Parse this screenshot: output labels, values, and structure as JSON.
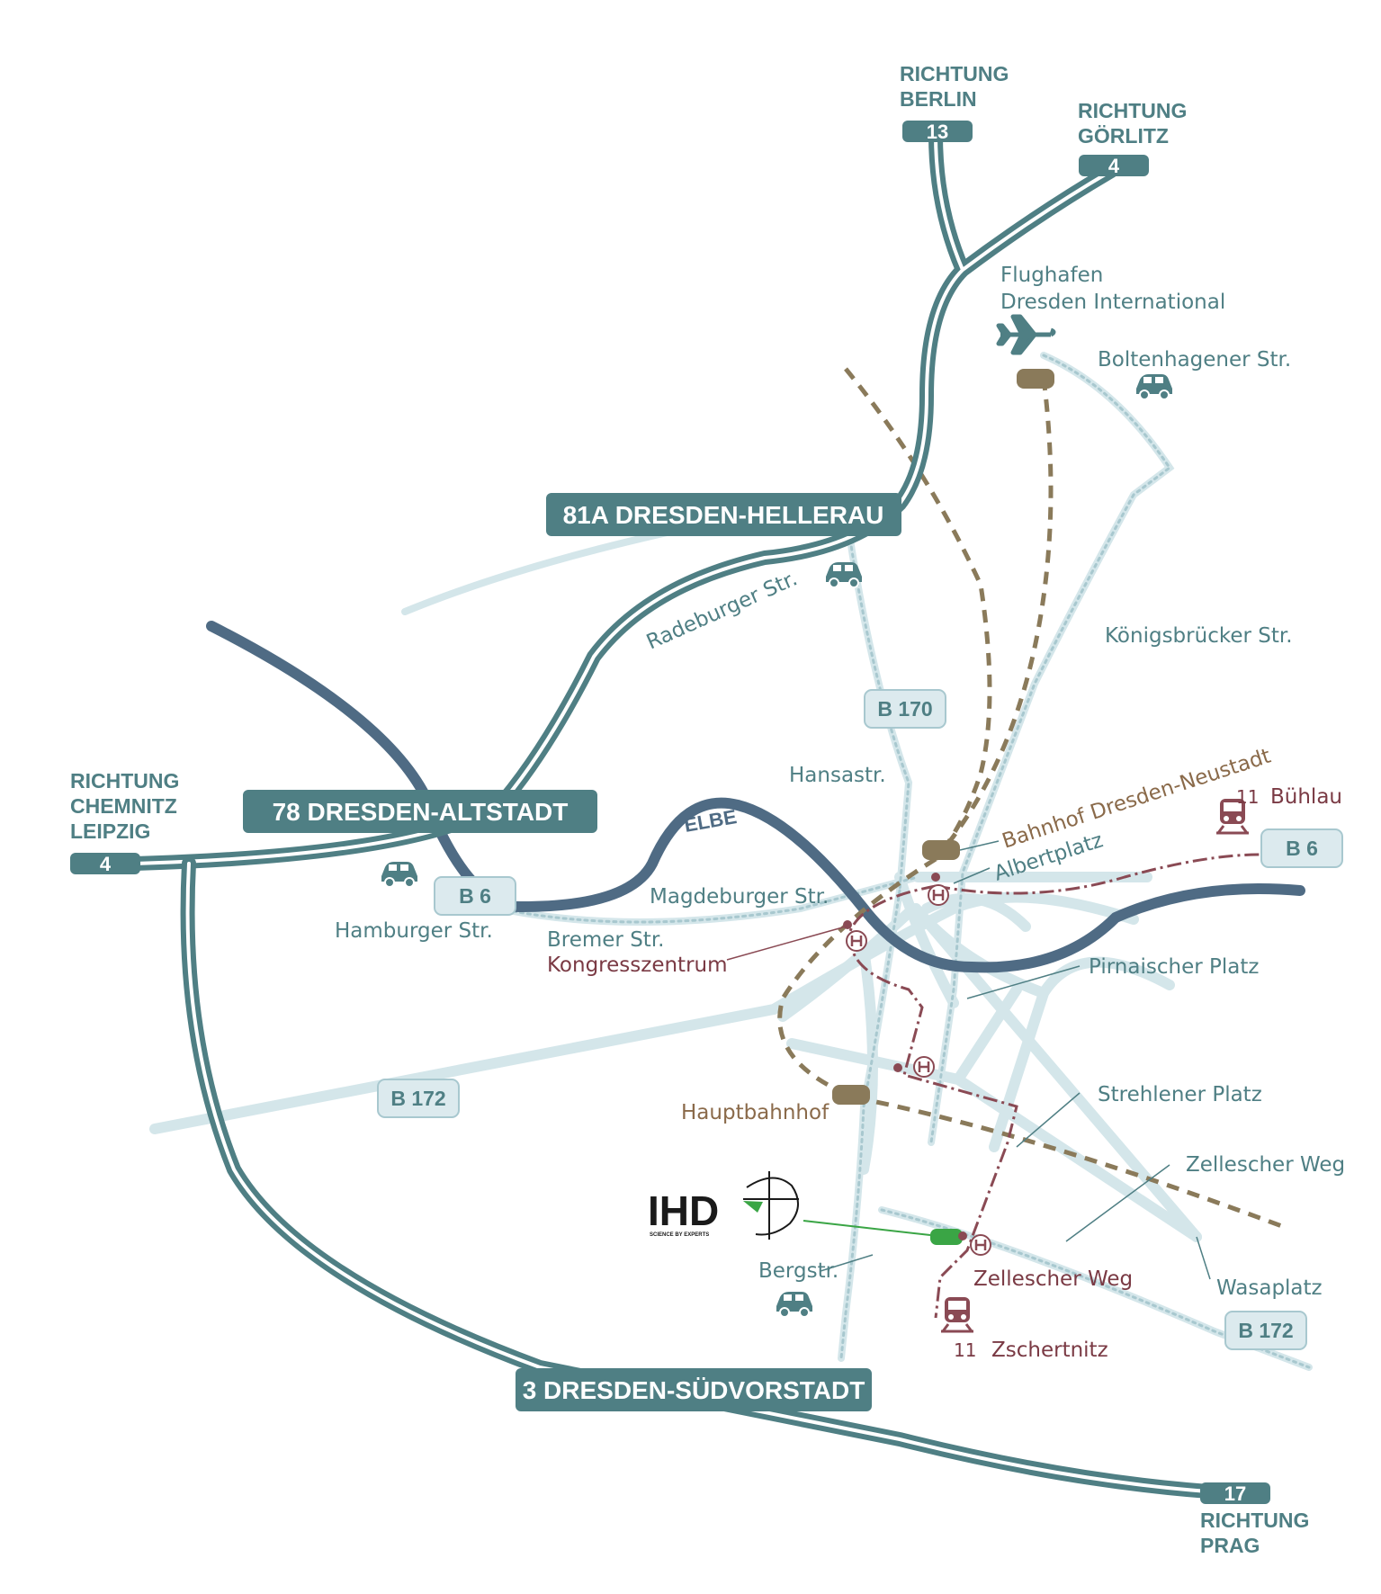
{
  "colors": {
    "motorway": "#4f7f84",
    "river": "#4f6b84",
    "street": "#d4e6ea",
    "tram": "#8a4a54",
    "rail": "#8a7a5a",
    "ihd_green": "#3aa545"
  },
  "directions": {
    "berlin": {
      "line1": "RICHTUNG",
      "line2": "BERLIN",
      "road": "13"
    },
    "goerlitz": {
      "line1": "RICHTUNG",
      "line2": "GÖRLITZ",
      "road": "4"
    },
    "chemnitz": {
      "line1": "RICHTUNG",
      "line2": "CHEMNITZ",
      "line3": "LEIPZIG",
      "road": "4"
    },
    "prag": {
      "line1": "RICHTUNG",
      "line2": "PRAG",
      "road": "17"
    }
  },
  "exits": {
    "hellerau": "81A DRESDEN-HELLERAU",
    "altstadt": "78 DRESDEN-ALTSTADT",
    "suedvorstadt": "3 DRESDEN-SÜDVORSTADT"
  },
  "routes": {
    "b170": "B 170",
    "b6_west": "B 6",
    "b6_east": "B 6",
    "b172_west": "B 172",
    "b172_east": "B 172"
  },
  "river": "ELBE",
  "airport": {
    "line1": "Flughafen",
    "line2": "Dresden International",
    "icon": "airplane-icon"
  },
  "streets": {
    "boltenhagener": "Boltenhagener Str.",
    "radeburger": "Radeburger Str.",
    "koenigsbruecker": "Königsbrücker Str.",
    "hansastr": "Hansastr.",
    "hamburger": "Hamburger Str.",
    "magdeburger": "Magdeburger Str.",
    "bremer": "Bremer Str.",
    "pirnaischer": "Pirnaischer Platz",
    "strehlener": "Strehlener Platz",
    "zellescher_weg": "Zellescher Weg",
    "wasaplatz": "Wasaplatz",
    "bergstr": "Bergstr."
  },
  "stations": {
    "neustadt": "Bahnhof Dresden-Neustadt",
    "albertplatz": "Albertplatz",
    "kongress": "Kongresszentrum",
    "hauptbahnhof": "Hauptbahnhof",
    "zellescher_stop": "Zellescher Weg"
  },
  "trams": {
    "buehlau": {
      "number": "11",
      "name": "Bühlau"
    },
    "zschertnitz": {
      "number": "11",
      "name": "Zschertnitz"
    }
  },
  "logo": {
    "text": "IHD",
    "sub": "SCIENCE BY EXPERTS"
  }
}
